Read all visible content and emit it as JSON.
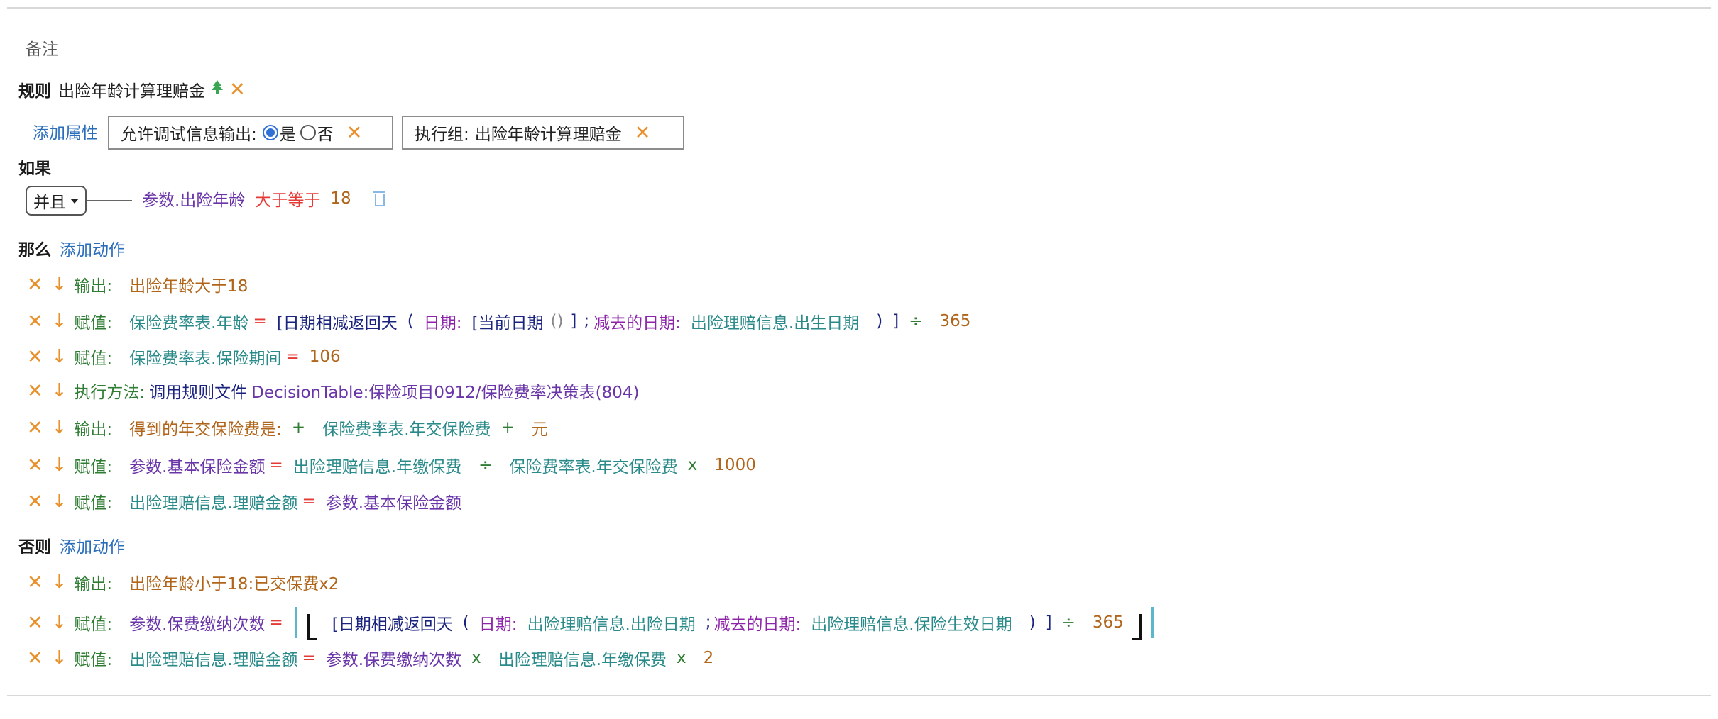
{
  "remark_label": "备注",
  "rule": {
    "prefix": "规则",
    "name": "出险年龄计算理赔金"
  },
  "attributes": {
    "add_label": "添加属性",
    "debug_label": "允许调试信息输出:",
    "yes": "是",
    "no": "否",
    "debug_selected": "是",
    "exec_group_label": "执行组:",
    "exec_group_value": "出险年龄计算理赔金"
  },
  "if_section": {
    "label": "如果",
    "operator": "并且",
    "condition": {
      "left": "参数.出险年龄",
      "op": "大于等于",
      "right": "18"
    }
  },
  "then_section": {
    "label": "那么",
    "add_action": "添加动作",
    "actions": {
      "a1": {
        "kind": "输出:",
        "text": "出险年龄大于18"
      },
      "a2": {
        "kind": "赋值:",
        "target": "保险费率表.年龄",
        "eq": "=",
        "fn": "[日期相减返回天",
        "p1": "(",
        "l1": "日期:",
        "fn2": "[当前日期",
        "paren": "()",
        "close1": "]",
        "semi": ";",
        "l2": "减去的日期:",
        "v2": "出险理赔信息.出生日期",
        "p2": ")",
        "close2": "]",
        "div": "÷",
        "num": "365"
      },
      "a3": {
        "kind": "赋值:",
        "target": "保险费率表.保险期间",
        "eq": "=",
        "value": "106"
      },
      "a4": {
        "kind": "执行方法:",
        "method": "调用规则文件",
        "file": "DecisionTable:保险项目0912/保险费率决策表(804)"
      },
      "a5": {
        "kind": "输出:",
        "t1": "得到的年交保险费是:",
        "plus1": "+",
        "t2": "保险费率表.年交保险费",
        "plus2": "+",
        "t3": "元"
      },
      "a6": {
        "kind": "赋值:",
        "target": "参数.基本保险金额",
        "eq": "=",
        "v1": "出险理赔信息.年缴保费",
        "div": "÷",
        "v2": "保险费率表.年交保险费",
        "mul": "x",
        "num": "1000"
      },
      "a7": {
        "kind": "赋值:",
        "target": "出险理赔信息.理赔金额",
        "eq": "=",
        "value": "参数.基本保险金额"
      }
    }
  },
  "else_section": {
    "label": "否则",
    "add_action": "添加动作",
    "actions": {
      "b1": {
        "kind": "输出:",
        "text": "出险年龄小于18:已交保费x2"
      },
      "b2": {
        "kind": "赋值:",
        "target": "参数.保费缴纳次数",
        "eq": "=",
        "fn": "[日期相减返回天",
        "p1": "(",
        "l1": "日期:",
        "v1": "出险理赔信息.出险日期",
        "semi": ";",
        "l2": "减去的日期:",
        "v2": "出险理赔信息.保险生效日期",
        "p2": ")",
        "close": "]",
        "div": "÷",
        "num": "365"
      },
      "b3": {
        "kind": "赋值:",
        "target": "出险理赔信息.理赔金额",
        "eq": "=",
        "v1": "参数.保费缴纳次数",
        "mul1": "x",
        "v2": "出险理赔信息.年缴保费",
        "mul2": "x",
        "num": "2"
      }
    }
  },
  "icons": {
    "delete": "close-icon",
    "move_down": "arrow-down-icon",
    "tree": "tree-icon",
    "trash": "trash-icon"
  },
  "colors": {
    "accent": "#e8912c",
    "link": "#2a6ebb",
    "green": "#2e7d32",
    "teal": "#2a8a8a",
    "purple": "#6a35a8",
    "red": "#e53935"
  }
}
